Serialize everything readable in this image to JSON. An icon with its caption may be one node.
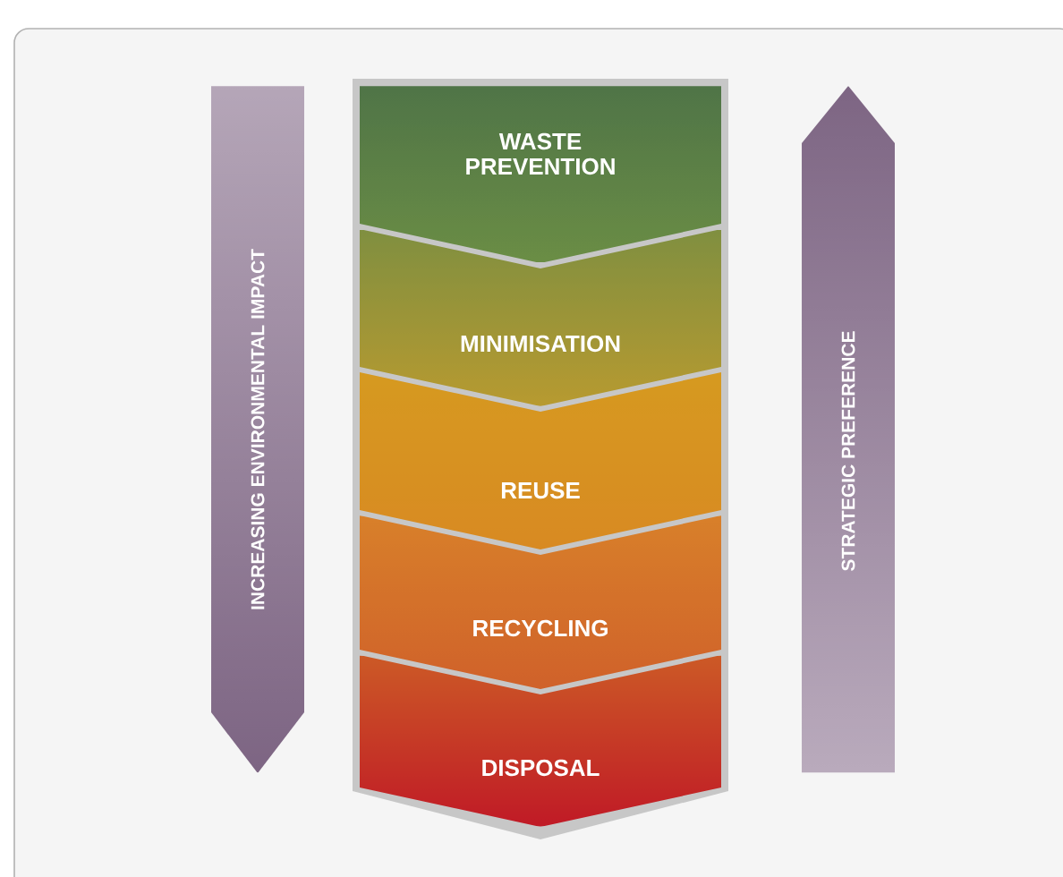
{
  "diagram": {
    "nodes": [
      {
        "text": [
          "INCREASING ENVIRONMENTAL IMPACT"
        ]
      },
      {
        "text": [
          "WASTE PREVENTION"
        ]
      },
      {
        "text": [
          "MINIMISATION"
        ]
      },
      {
        "text": [
          "REUSE"
        ]
      },
      {
        "text": [
          "RECYCLING"
        ]
      },
      {
        "text": [
          "DISPOSAL"
        ]
      },
      {
        "text": [
          "STRATEGIC PREFERENCE"
        ]
      }
    ]
  }
}
